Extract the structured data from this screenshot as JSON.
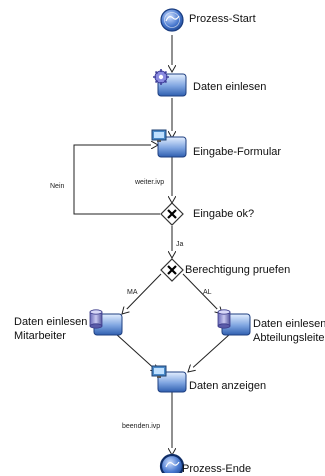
{
  "nodes": {
    "start": {
      "label": "Prozess-Start",
      "icon": "start-event-icon"
    },
    "read": {
      "label": "Daten einlesen",
      "icon": "gear-task-icon"
    },
    "form": {
      "label": "Eingabe-Formular",
      "icon": "monitor-task-icon"
    },
    "check_input": {
      "label": "Eingabe ok?",
      "icon": "x-gateway-icon"
    },
    "check_auth": {
      "label": "Berechtigung pruefen",
      "icon": "x-gateway-icon"
    },
    "read_ma": {
      "label_line1": "Daten einlesen",
      "label_line2": "Mitarbeiter",
      "icon": "database-task-icon"
    },
    "read_al": {
      "label_line1": "Daten einlesen",
      "label_line2": "Abteilungsleiter",
      "icon": "database-task-icon"
    },
    "show": {
      "label": "Daten anzeigen",
      "icon": "monitor-task-icon"
    },
    "end": {
      "label": "Prozess-Ende",
      "icon": "end-event-icon"
    }
  },
  "edges": {
    "nein": "Nein",
    "weiter": "weiter.ivp",
    "ja": "Ja",
    "ma": "MA",
    "al": "AL",
    "beenden": "beenden.ivp"
  },
  "colors": {
    "task_top": "#d6e6fb",
    "task_bottom": "#2f5fb0",
    "task_border": "#1e3f80",
    "event": "#3e6fc4",
    "gateway_fill": "#ffffff",
    "gateway_border": "#333333",
    "line": "#222222"
  }
}
